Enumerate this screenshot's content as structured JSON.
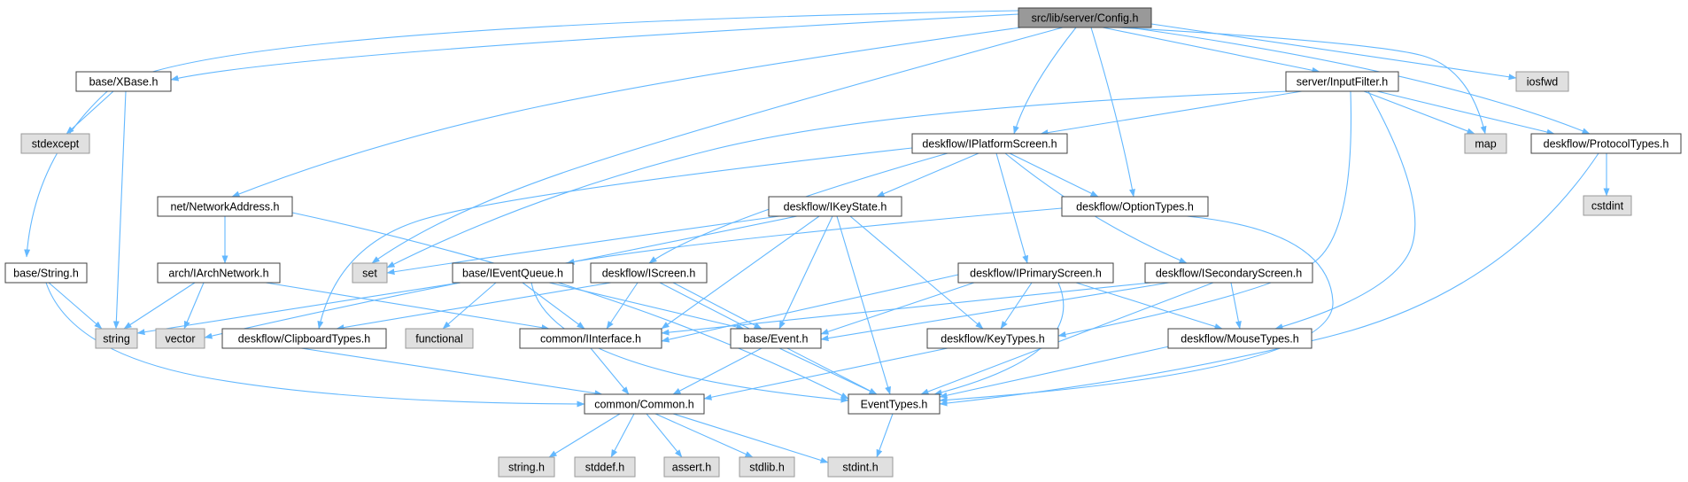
{
  "colors": {
    "edge": "#63b8ff",
    "node_fill": "#ffffff",
    "node_stroke": "#404040",
    "root_fill": "#999999",
    "external_fill": "#e0e0e0",
    "external_stroke": "#999999",
    "text": "#000000"
  },
  "nodes": [
    {
      "id": "config",
      "label": "src/lib/server/Config.h",
      "kind": "root"
    },
    {
      "id": "xbase",
      "label": "base/XBase.h",
      "kind": "header"
    },
    {
      "id": "stdexcept",
      "label": "stdexcept",
      "kind": "external"
    },
    {
      "id": "inputfilter",
      "label": "server/InputFilter.h",
      "kind": "header"
    },
    {
      "id": "iosfwd",
      "label": "iosfwd",
      "kind": "external"
    },
    {
      "id": "map",
      "label": "map",
      "kind": "external"
    },
    {
      "id": "protocoltypes",
      "label": "deskflow/ProtocolTypes.h",
      "kind": "header"
    },
    {
      "id": "cstdint",
      "label": "cstdint",
      "kind": "external"
    },
    {
      "id": "iplatformscreen",
      "label": "deskflow/IPlatformScreen.h",
      "kind": "header"
    },
    {
      "id": "networkaddress",
      "label": "net/NetworkAddress.h",
      "kind": "header"
    },
    {
      "id": "ikeystate",
      "label": "deskflow/IKeyState.h",
      "kind": "header"
    },
    {
      "id": "optiontypes",
      "label": "deskflow/OptionTypes.h",
      "kind": "header"
    },
    {
      "id": "set",
      "label": "set",
      "kind": "external"
    },
    {
      "id": "basestring",
      "label": "base/String.h",
      "kind": "header"
    },
    {
      "id": "iarchnetwork",
      "label": "arch/IArchNetwork.h",
      "kind": "header"
    },
    {
      "id": "ieventqueue",
      "label": "base/IEventQueue.h",
      "kind": "header"
    },
    {
      "id": "iscreen",
      "label": "deskflow/IScreen.h",
      "kind": "header"
    },
    {
      "id": "iprimaryscreen",
      "label": "deskflow/IPrimaryScreen.h",
      "kind": "header"
    },
    {
      "id": "isecondaryscreen",
      "label": "deskflow/ISecondaryScreen.h",
      "kind": "header"
    },
    {
      "id": "string",
      "label": "string",
      "kind": "external"
    },
    {
      "id": "vector",
      "label": "vector",
      "kind": "external"
    },
    {
      "id": "clipboardtypes",
      "label": "deskflow/ClipboardTypes.h",
      "kind": "header"
    },
    {
      "id": "functional",
      "label": "functional",
      "kind": "external"
    },
    {
      "id": "iinterface",
      "label": "common/IInterface.h",
      "kind": "header"
    },
    {
      "id": "event",
      "label": "base/Event.h",
      "kind": "header"
    },
    {
      "id": "keytypes",
      "label": "deskflow/KeyTypes.h",
      "kind": "header"
    },
    {
      "id": "mousetypes",
      "label": "deskflow/MouseTypes.h",
      "kind": "header"
    },
    {
      "id": "common",
      "label": "common/Common.h",
      "kind": "header"
    },
    {
      "id": "eventtypes",
      "label": "EventTypes.h",
      "kind": "header"
    },
    {
      "id": "string_h",
      "label": "string.h",
      "kind": "external"
    },
    {
      "id": "stddef_h",
      "label": "stddef.h",
      "kind": "external"
    },
    {
      "id": "assert_h",
      "label": "assert.h",
      "kind": "external"
    },
    {
      "id": "stdlib_h",
      "label": "stdlib.h",
      "kind": "external"
    },
    {
      "id": "stdint_h",
      "label": "stdint.h",
      "kind": "external"
    }
  ]
}
